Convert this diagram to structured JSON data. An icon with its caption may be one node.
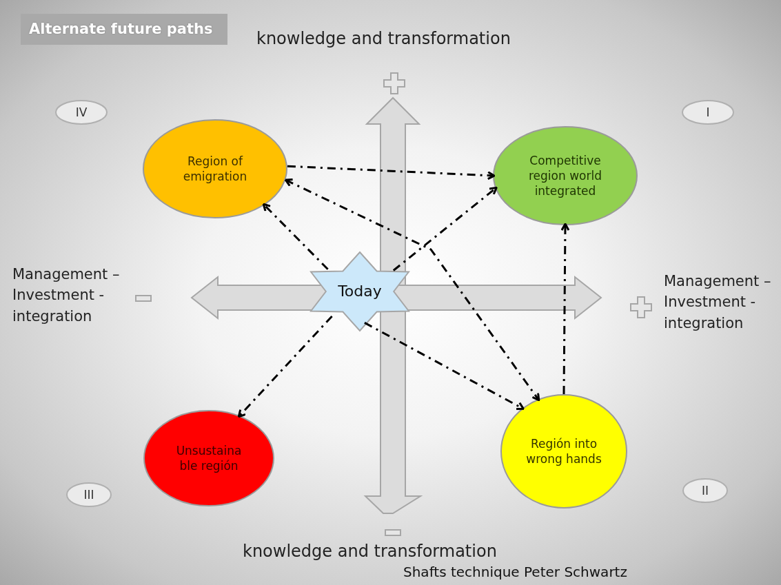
{
  "diagram": {
    "title": "Alternate future paths",
    "caption": "Shafts technique Peter Schwartz",
    "nodes": [
      {
        "text": [
          "IV"
        ]
      },
      {
        "text": [
          "Region of emigration"
        ]
      },
      {
        "text": [
          "I"
        ]
      },
      {
        "text": [
          "Competitive region world integrated"
        ]
      },
      {
        "text": [
          "Today"
        ]
      },
      {
        "text": [
          "Unsustaina ble región"
        ]
      },
      {
        "text": [
          "III"
        ]
      },
      {
        "text": [
          "Región into wrong hands"
        ]
      },
      {
        "text": [
          "II"
        ]
      }
    ],
    "edges": [
      {
        "from": 1,
        "to": 3,
        "arrow": "to",
        "style": "dashed"
      },
      {
        "from": 4,
        "to": 1,
        "arrow": "to",
        "style": "dashed"
      },
      {
        "from": 1,
        "to": 7,
        "arrow": "both",
        "style": "dashed"
      },
      {
        "from": 4,
        "to": 3,
        "arrow": "to",
        "style": "dashed"
      },
      {
        "from": 4,
        "to": 5,
        "arrow": "to",
        "style": "dashed"
      },
      {
        "from": 4,
        "to": 7,
        "arrow": "to",
        "style": "dashed"
      },
      {
        "from": 7,
        "to": 3,
        "arrow": "to",
        "style": "dashed"
      }
    ],
    "labels": [
      "knowledge and transformation",
      "Management – Investment - integration",
      "Management – Investment - integration",
      "knowledge and transformation"
    ]
  }
}
